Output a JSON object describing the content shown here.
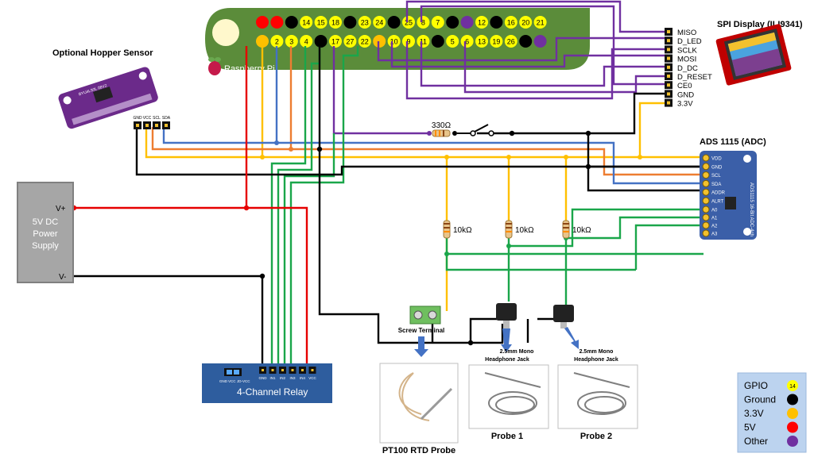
{
  "pi": {
    "brand": "Raspberry Pi",
    "top_pins": [
      "",
      "",
      "",
      "14",
      "15",
      "18",
      "",
      "23",
      "24",
      "",
      "25",
      "8",
      "7",
      "",
      "",
      "12",
      "",
      "16",
      "20",
      "21"
    ],
    "bottom_pins": [
      "",
      "2",
      "3",
      "4",
      "",
      "17",
      "27",
      "22",
      "",
      "10",
      "9",
      "11",
      "",
      "5",
      "6",
      "13",
      "19",
      "26",
      "",
      ""
    ]
  },
  "spi_display": {
    "title": "SPI Display (ILI9341)",
    "pins": [
      "MISO",
      "D_LED",
      "SCLK",
      "MOSI",
      "D_DC",
      "D_RESET",
      "CE0",
      "GND",
      "3.3V"
    ]
  },
  "hopper": {
    "title": "Optional Hopper Sensor",
    "pins": [
      "GND",
      "VCC",
      "SCL",
      "SDA"
    ],
    "board_text": "BYU4L93L 08V2"
  },
  "power": {
    "lines": [
      "5V DC",
      "Power",
      "Supply"
    ],
    "vplus": "V+",
    "vminus": "V-"
  },
  "adc": {
    "title": "ADS 1115 (ADC)",
    "pins": [
      "VDD",
      "GND",
      "SCL",
      "SDA",
      "ADDR",
      "ALRT",
      "A0",
      "A1",
      "A2",
      "A3"
    ],
    "board_text": "ADS1115 16-Bit ADC-4ch"
  },
  "relay": {
    "label": "4-Channel Relay",
    "pins": [
      "GND",
      "IN1",
      "IN2",
      "IN3",
      "IN4",
      "VCC"
    ],
    "jumper_pins": [
      "GND",
      "VCC",
      "JD-VCC"
    ]
  },
  "switch_resistor": "330Ω",
  "resistors": [
    "10kΩ",
    "10kΩ",
    "10kΩ"
  ],
  "screw_terminal": "Screw Terminal",
  "jack1": [
    "2.5mm Mono",
    "Headphone Jack"
  ],
  "jack2": [
    "2.5mm Mono",
    "Headphone Jack"
  ],
  "pt100": "PT100 RTD Probe",
  "probe1": "Probe 1",
  "probe2": "Probe 2",
  "legend": [
    {
      "label": "GPIO",
      "color": "#ffff00",
      "badge": "14"
    },
    {
      "label": "Ground",
      "color": "#000000",
      "badge": ""
    },
    {
      "label": "3.3V",
      "color": "#ffc000",
      "badge": ""
    },
    {
      "label": "5V",
      "color": "#ff0000",
      "badge": ""
    },
    {
      "label": "Other",
      "color": "#7030a0",
      "badge": ""
    }
  ],
  "colors": {
    "board_green": "#5b8c3a",
    "gpio": "#ffff00",
    "ground": "#000000",
    "v33": "#ffc000",
    "v5": "#e60000",
    "other": "#7030a0",
    "wire_green": "#1aa64a",
    "wire_blue": "#4472c4",
    "wire_orange": "#ed7d31",
    "relay_blue": "#2e5d9e",
    "legend_bg": "#bcd3ef"
  }
}
